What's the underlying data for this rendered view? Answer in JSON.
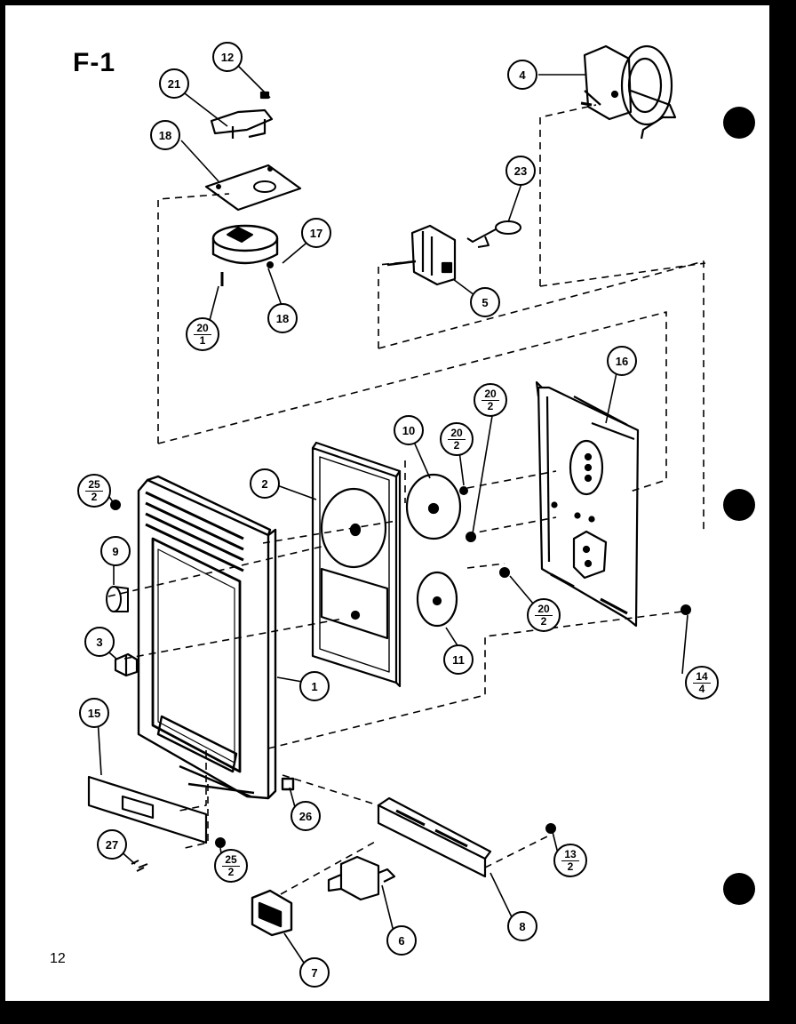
{
  "figure": {
    "title": "F-1",
    "page_number": "12"
  },
  "callouts": [
    {
      "id": "c1",
      "label": "1"
    },
    {
      "id": "c2",
      "label": "2"
    },
    {
      "id": "c3",
      "label": "3"
    },
    {
      "id": "c4",
      "label": "4"
    },
    {
      "id": "c5",
      "label": "5"
    },
    {
      "id": "c6",
      "label": "6"
    },
    {
      "id": "c7",
      "label": "7"
    },
    {
      "id": "c8",
      "label": "8"
    },
    {
      "id": "c9",
      "label": "9"
    },
    {
      "id": "c10",
      "label": "10"
    },
    {
      "id": "c11",
      "label": "11"
    },
    {
      "id": "c12",
      "label": "12"
    },
    {
      "id": "c15",
      "label": "15"
    },
    {
      "id": "c16",
      "label": "16"
    },
    {
      "id": "c17",
      "label": "17"
    },
    {
      "id": "c18",
      "label": "18"
    },
    {
      "id": "c18b",
      "label": "18"
    },
    {
      "id": "c21",
      "label": "21"
    },
    {
      "id": "c23",
      "label": "23"
    },
    {
      "id": "c26",
      "label": "26"
    },
    {
      "id": "c27",
      "label": "27"
    },
    {
      "id": "f20_1",
      "label": "20",
      "qty": "1"
    },
    {
      "id": "f20_2a",
      "label": "20",
      "qty": "2"
    },
    {
      "id": "f20_2b",
      "label": "20",
      "qty": "2"
    },
    {
      "id": "f20_2c",
      "label": "20",
      "qty": "2"
    },
    {
      "id": "f25_2a",
      "label": "25",
      "qty": "2"
    },
    {
      "id": "f25_2b",
      "label": "25",
      "qty": "2"
    },
    {
      "id": "f14_4",
      "label": "14",
      "qty": "4"
    },
    {
      "id": "f13_2",
      "label": "13",
      "qty": "2"
    }
  ]
}
